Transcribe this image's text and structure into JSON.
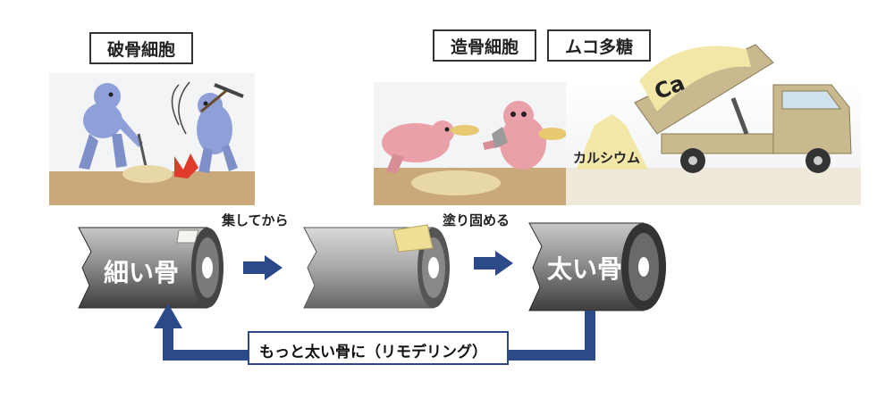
{
  "labels": {
    "osteoclast": "破骨細胞",
    "osteoblast": "造骨細胞",
    "mucopolysaccharide": "ムコ多糖",
    "calcium": "カルシウム",
    "ca_symbol": "Ca",
    "collect": "集してから",
    "coat": "塗り固める",
    "thin_bone": "細い骨",
    "thick_bone": "太い骨",
    "remodeling": "もっと太い骨に（リモデリング）"
  },
  "colors": {
    "bone_dark": "#5a5a5a",
    "bone_mid": "#9a9a9a",
    "arrow_blue": "#2c4a8a",
    "ground": "#c9a87a",
    "blue_figure": "#8fa0d8",
    "pink_figure": "#e9a0a8",
    "truck": "#c9b98f"
  }
}
